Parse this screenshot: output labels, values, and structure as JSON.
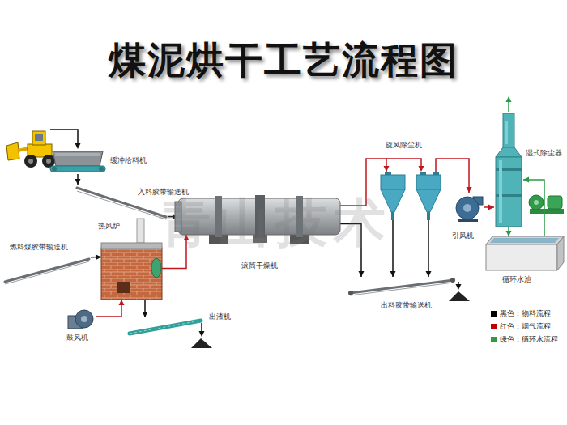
{
  "diagram": {
    "title": "煤泥烘干工艺流程图",
    "nodes": [
      {
        "text": [
          "缓冲给料机"
        ]
      },
      {
        "text": [
          "入料胶带输送机"
        ]
      },
      {
        "text": [
          "热风炉"
        ]
      },
      {
        "text": [
          "燃料煤胶带输送机"
        ]
      },
      {
        "text": [
          "滚筒干燥机"
        ]
      },
      {
        "text": [
          "旋风除尘机"
        ]
      },
      {
        "text": [
          "引风机"
        ]
      },
      {
        "text": [
          "湿式除尘器"
        ]
      },
      {
        "text": [
          "循环水池"
        ]
      },
      {
        "text": [
          "鼓风机"
        ]
      },
      {
        "text": [
          "出渣机"
        ]
      },
      {
        "text": [
          "出料胶带输送机"
        ]
      }
    ],
    "edges": [
      {
        "from": 0,
        "to": 1,
        "arrow": "to"
      },
      {
        "from": 1,
        "to": 4,
        "arrow": "to"
      },
      {
        "from": 3,
        "to": 2,
        "arrow": "to"
      },
      {
        "from": 9,
        "to": 2,
        "arrow": "to"
      },
      {
        "from": 2,
        "to": 4,
        "arrow": "to"
      },
      {
        "from": 2,
        "to": 10,
        "arrow": "to"
      },
      {
        "from": 4,
        "to": 5,
        "arrow": "to"
      },
      {
        "from": 5,
        "to": 6,
        "arrow": "to"
      },
      {
        "from": 6,
        "to": 7,
        "arrow": "to"
      },
      {
        "from": 4,
        "to": 11,
        "arrow": "to"
      },
      {
        "from": 5,
        "to": 11,
        "arrow": "to"
      },
      {
        "from": 5,
        "to": 11,
        "arrow": "to"
      },
      {
        "from": 8,
        "to": 7,
        "arrow": "to"
      },
      {
        "from": 7,
        "to": 8,
        "arrow": "to"
      }
    ],
    "labels": [
      "青山技术"
    ],
    "legend": [
      {
        "text": "黑色：物料流程",
        "color": "#000000"
      },
      {
        "text": "红色：烟气流程",
        "color": "#c00000"
      },
      {
        "text": "绿色：循环水流程",
        "color": "#2e9b47"
      }
    ]
  }
}
